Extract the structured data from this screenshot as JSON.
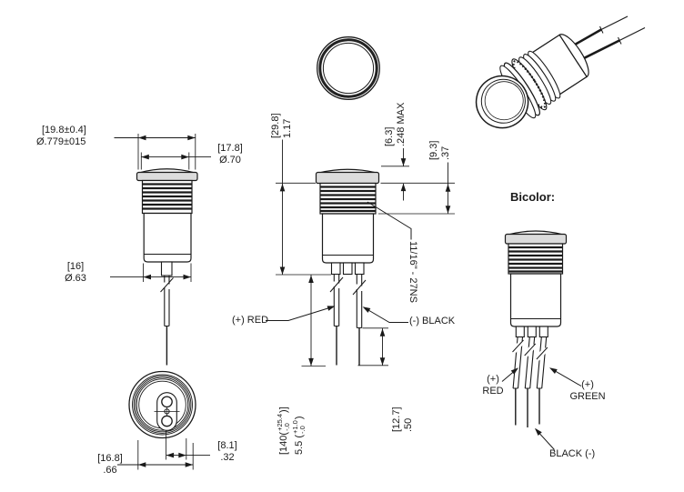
{
  "page": {
    "background": "#ffffff",
    "line_color": "#1a1a1a",
    "cap_fill": "#dcdcdc"
  },
  "dims": {
    "cap_od": {
      "mm": "[19.8±0.4]",
      "inch": "Ø.779±015"
    },
    "dome_od": {
      "mm": "[17.8]",
      "inch": "Ø.70"
    },
    "body_od": {
      "mm": "[16]",
      "inch": "Ø.63"
    },
    "base_od": {
      "mm": "[16.8]",
      "inch": ".66"
    },
    "terminal_span": {
      "mm": "[8.1]",
      "inch": ".32"
    },
    "overall_height": {
      "mm": "[29.8]",
      "inch": "1.17"
    },
    "cap_height": {
      "mm": "[6.3]",
      "inch": ".248 MAX"
    },
    "thread_length": {
      "mm": "[9.3]",
      "inch": ".37"
    },
    "wire_length": {
      "mm_pre": "[140(",
      "mm_tol_plus": "+25.4",
      "mm_tol_minus": "-.0",
      "mm_post": ")]",
      "inch_pre": "5.5 (",
      "inch_tol_plus": "+1.0",
      "inch_tol_minus": "-.0",
      "inch_post": ")"
    },
    "strip_length": {
      "mm": "[12.7]",
      "inch": ".50"
    },
    "thread_spec": "11/16\" - 27NS"
  },
  "labels": {
    "wire_positive": "(+) RED",
    "wire_negative": "(-) BLACK",
    "bicolor_title": "Bicolor:",
    "bicolor_red_sign": "(+)",
    "bicolor_red": "RED",
    "bicolor_green_sign": "(+)",
    "bicolor_green": "GREEN",
    "bicolor_black": "BLACK (-)"
  }
}
